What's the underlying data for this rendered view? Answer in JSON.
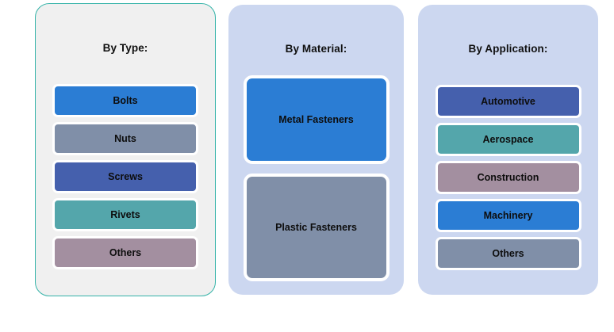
{
  "theme": {
    "page_background": "#ffffff",
    "card_gray": "#f0f0f0",
    "card_lavender": "#ccd7f0",
    "card_border_teal": "#34b3a8",
    "chip_border": "#ffffff",
    "text_color": "#0d0d0d"
  },
  "columns": [
    {
      "id": "by-type",
      "title": "By Type:",
      "background": "#f0f0f0",
      "border_color": "#34b3a8",
      "chips": [
        {
          "label": "Bolts",
          "color": "#2b7dd4"
        },
        {
          "label": "Nuts",
          "color": "#808fa8"
        },
        {
          "label": "Screws",
          "color": "#4560ad"
        },
        {
          "label": "Rivets",
          "color": "#54a6ab"
        },
        {
          "label": "Others",
          "color": "#a38fa0"
        }
      ]
    },
    {
      "id": "by-material",
      "title": "By Material:",
      "background": "#ccd7f0",
      "border_color": "",
      "chips": [
        {
          "label": "Metal Fasteners",
          "color": "#2b7dd4"
        },
        {
          "label": "Plastic Fasteners",
          "color": "#808fa8"
        }
      ]
    },
    {
      "id": "by-application",
      "title": "By Application:",
      "background": "#ccd7f0",
      "border_color": "",
      "chips": [
        {
          "label": "Automotive",
          "color": "#4560ad"
        },
        {
          "label": "Aerospace",
          "color": "#54a6ab"
        },
        {
          "label": "Construction",
          "color": "#a38fa0"
        },
        {
          "label": "Machinery",
          "color": "#2b7dd4"
        },
        {
          "label": "Others",
          "color": "#808fa8"
        }
      ]
    }
  ]
}
